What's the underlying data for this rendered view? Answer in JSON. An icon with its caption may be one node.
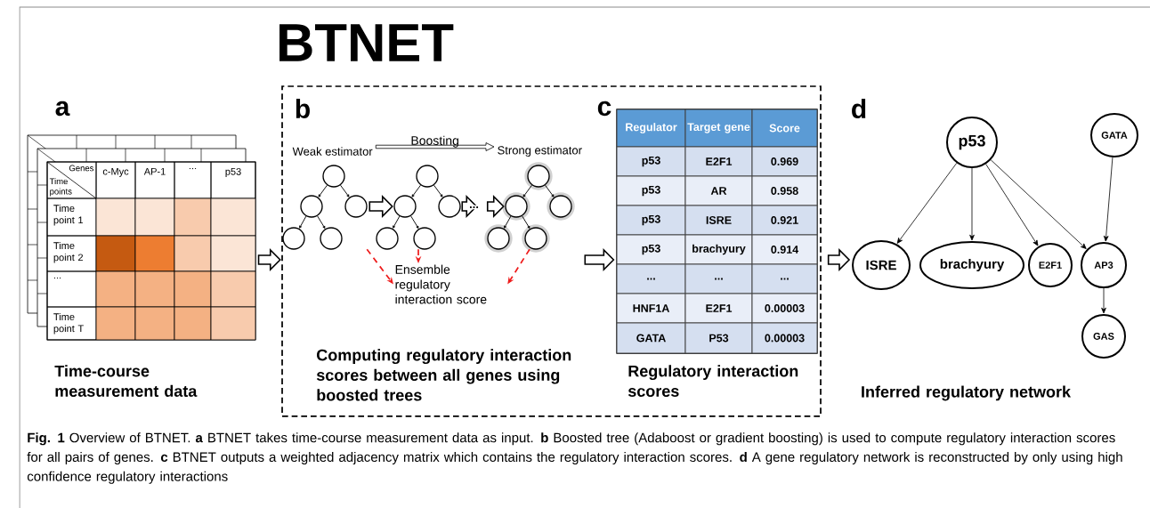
{
  "diagram": {
    "title": "BTNET",
    "caption": "**Fig. 1** Overview of BTNET. **a** BTNET takes time-course measurement data as input. **b** Boosted tree (Adaboost or gradient boosting) is used to compute regulatory interaction scores for all pairs of genes. **c** BTNET outputs a weighted adjacency matrix which contains the regulatory interaction scores. **d** A gene regulatory network is reconstructed by only using high confidence regulatory interactions",
    "nodes": [
      {
        "text": [],
        "shape": "box"
      },
      {
        "text": [],
        "shape": "box"
      },
      {
        "text": [
          "Weak estimator"
        ],
        "in": 0
      },
      {
        "text": [
          "Strong estimator"
        ],
        "in": 0
      },
      {
        "text": [],
        "shape": "picture",
        "in": 0
      },
      {
        "text": [],
        "shape": "picture",
        "in": 0
      },
      {
        "text": [],
        "shape": "picture",
        "in": 0
      },
      {
        "text": [
          "Ensemble regulatory interaction score"
        ],
        "in": 0
      },
      {
        "text": [],
        "shape": "box",
        "in": 0
      },
      {
        "text": [
          "p53"
        ]
      },
      {
        "text": [
          "GATA"
        ]
      },
      {
        "text": [
          "ISRE"
        ]
      },
      {
        "text": [
          "brachyury"
        ]
      },
      {
        "text": [
          "E2F1"
        ]
      },
      {
        "text": [
          "AP3"
        ]
      },
      {
        "text": [
          "GAS"
        ]
      }
    ],
    "edges": [
      {
        "from": 1,
        "to": 4,
        "arrow": "to",
        "style": "thick"
      },
      {
        "from": 2,
        "to": 3,
        "arrow": "to",
        "label": "Boosting",
        "style": "thick"
      },
      {
        "from": 4,
        "to": 5,
        "arrow": "to",
        "style": "thick"
      },
      {
        "from": 5,
        "to": 6,
        "arrow": "to",
        "label": "...",
        "style": "thick"
      },
      {
        "from": 4,
        "to": 7,
        "arrow": "to",
        "style": "dashed",
        "color": "#ee1c1c"
      },
      {
        "from": 5,
        "to": 7,
        "arrow": "to",
        "style": "dashed",
        "color": "#ee1c1c"
      },
      {
        "from": 6,
        "to": 7,
        "arrow": "to",
        "style": "dashed",
        "color": "#ee1c1c"
      },
      {
        "from": 6,
        "to": 8,
        "arrow": "to",
        "style": "thick"
      },
      {
        "from": 8,
        "to": 11,
        "arrow": "to",
        "style": "thick"
      },
      {
        "from": 9,
        "to": 11,
        "arrow": "to"
      },
      {
        "from": 9,
        "to": 12,
        "arrow": "to"
      },
      {
        "from": 9,
        "to": 13,
        "arrow": "to"
      },
      {
        "from": 9,
        "to": 14,
        "arrow": "to"
      },
      {
        "from": 10,
        "to": 14,
        "arrow": "to"
      },
      {
        "from": 14,
        "to": 15,
        "arrow": "to"
      }
    ],
    "labels": [
      "a",
      "b",
      "c",
      "d",
      "Genes",
      "Time points",
      "c-Myc",
      "AP-1",
      "...",
      "p53",
      "Time point 1",
      "Time point 2",
      "...",
      "Time point T",
      "Regulator",
      "Target gene",
      "Score",
      "p53",
      "E2F1",
      "0.969",
      "p53",
      "AR",
      "0.958",
      "p53",
      "ISRE",
      "0.921",
      "p53",
      "brachyury",
      "0.914",
      "...",
      "...",
      "...",
      "HNF1A",
      "E2F1",
      "0.00003",
      "GATA",
      "P53",
      "0.00003",
      "Time-course measurement data",
      "Computing regulatory interaction scores between all genes using boosted trees",
      "Regulatory interaction scores",
      "Inferred regulatory network"
    ]
  }
}
